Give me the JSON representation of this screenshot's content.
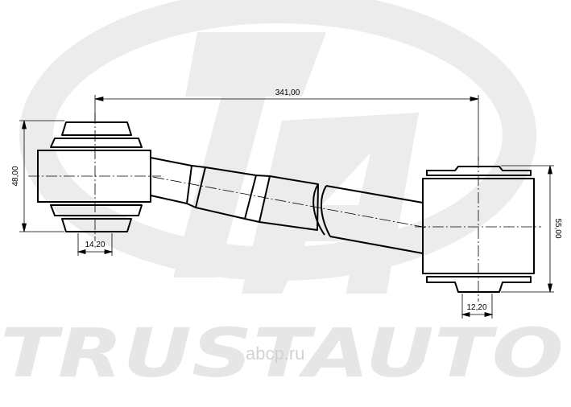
{
  "watermark": {
    "brand": "TRUSTAUTO",
    "site": "abcp.ru"
  },
  "dimensions": {
    "length": "341,00",
    "left_height": "48,00",
    "left_width": "14,20",
    "right_height": "55,00",
    "right_width": "12,20"
  },
  "colors": {
    "line": "#000000",
    "watermark": "#e6e6e6"
  }
}
